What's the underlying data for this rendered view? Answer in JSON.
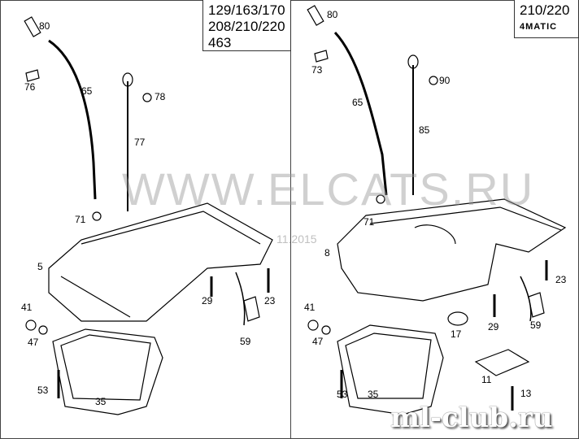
{
  "left_panel": {
    "models": [
      "129/163/170",
      "208/210/220",
      "463"
    ],
    "labels": [
      "80",
      "76",
      "65",
      "78",
      "77",
      "71",
      "5",
      "29",
      "23",
      "41",
      "47",
      "59",
      "53",
      "35"
    ]
  },
  "right_panel": {
    "models": [
      "210/220"
    ],
    "badge": "4MATIC",
    "labels": [
      "80",
      "73",
      "90",
      "65",
      "85",
      "71",
      "8",
      "23",
      "41",
      "47",
      "17",
      "29",
      "59",
      "11",
      "53",
      "35",
      "13"
    ]
  },
  "watermark": {
    "text": "WWW.ELCATS.RU",
    "date": "11.2015",
    "logo": "ml-club.ru"
  }
}
